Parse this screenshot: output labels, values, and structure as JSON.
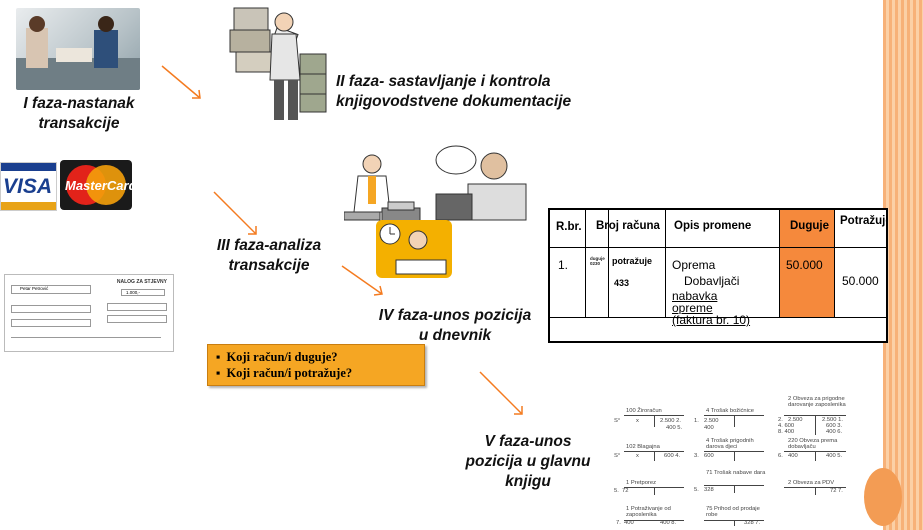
{
  "phases": {
    "phase1": [
      "I faza-nastanak",
      "transakcije"
    ],
    "phase2": [
      "II faza- sastavljanje i kontrola",
      "knjigovodstvene dokumentacije"
    ],
    "phase3": [
      "III faza-analiza",
      "transakcije"
    ],
    "phase4": [
      "IV faza-unos pozicija",
      "u dnevnik"
    ],
    "phase5": [
      "V faza-unos",
      "pozicija u glavnu",
      "knjigu"
    ]
  },
  "cards": {
    "visa": "VISA",
    "mastercard": "MasterCard"
  },
  "form": {
    "title": "NALOG ZA STJEVNY",
    "name": "Petar Petrović",
    "amount": "1.000,-"
  },
  "ledger": {
    "headers": [
      "R.br.",
      "Broj računa",
      "Opis promene",
      "Duguje",
      "Potražuje"
    ],
    "row": {
      "rbr": "1.",
      "duguje_small": "duguje 0230",
      "potrazuje_label": "potražuje",
      "account": "433",
      "opis_line1": "Oprema",
      "opis_line2": "Dobavljači",
      "opis_links": [
        "nabavka",
        "opreme",
        "(faktura br. 10)"
      ],
      "duguje": "50.000",
      "potrazuje": "50.000"
    },
    "colors": {
      "duguje_bg": "#f5893c"
    }
  },
  "questions": [
    "Koji račun/i duguje?",
    "Koji račun/i potražuje?"
  ],
  "t_accounts": [
    {
      "title": "100 Žiroračun",
      "left": [
        "S°",
        "x"
      ],
      "right": [
        "2.500 2.",
        "400 5."
      ]
    },
    {
      "title": "4 Trošak božićnice",
      "left": [
        "1.",
        "2.500",
        "400"
      ],
      "right": []
    },
    {
      "title": "2 Obveza za prigodne darovanje zaposlenika",
      "left": [
        "2.",
        "2.500",
        "4. 600",
        "8. 400"
      ],
      "right": [
        "2.500 1.",
        "600 3.",
        "400 6."
      ]
    },
    {
      "title": "102 Blagajna",
      "left": [
        "S°",
        "x"
      ],
      "right": [
        "600 4."
      ]
    },
    {
      "title": "4 Trošak prigodnih darova djeci",
      "left": [
        "3.",
        "600"
      ],
      "right": []
    },
    {
      "title": "220 Obveza prema dobavljaču",
      "left": [
        "6.",
        "400"
      ],
      "right": [
        "400 5."
      ]
    },
    {
      "title": "1 Pretporez",
      "left": [
        "5.",
        "72"
      ],
      "right": []
    },
    {
      "title": "71 Trošak nabave dara",
      "left": [
        "5.",
        "328"
      ],
      "right": []
    },
    {
      "title": "2 Obveza za PDV",
      "left": [],
      "right": [
        "72 7."
      ]
    },
    {
      "title": "1 Potraživanje od zaposlenika",
      "left": [
        "7.",
        "400"
      ],
      "right": [
        "400 8."
      ]
    },
    {
      "title": "75 Prihod od prodaje robe",
      "left": [],
      "right": [
        "328 7."
      ]
    }
  ]
}
